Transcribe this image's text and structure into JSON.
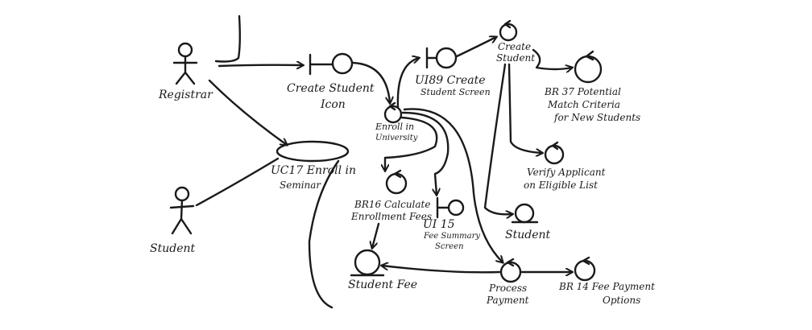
{
  "diagram": {
    "actors": {
      "registrar": "Registrar",
      "student": "Student"
    },
    "use_case": {
      "ucm17_line1": "UC17 Enroll in",
      "ucm17_line2": "Seminar"
    },
    "boundaries": {
      "create_student_icon_line1": "Create Student",
      "create_student_icon_line2": "Icon",
      "ui89_line1": "UI89 Create",
      "ui89_line2": "Student Screen",
      "ui15_line1": "UI 15",
      "ui15_line2": "Fee Summary",
      "ui15_line3": "Screen"
    },
    "controls": {
      "enroll_line1": "Enroll in",
      "enroll_line2": "University",
      "create_student_line1": "Create",
      "create_student_line2": "Student",
      "br37_line1": "BR 37 Potential",
      "br37_line2": "Match Criteria",
      "br37_line3": "for New Students",
      "verify_line1": "Verify Applicant",
      "verify_line2": "on Eligible List",
      "br16_line1": "BR16 Calculate",
      "br16_line2": "Enrollment Fees",
      "process_line1": "Process",
      "process_line2": "Payment",
      "br_fee_line1": "BR 14 Fee Payment",
      "br_fee_line2": "Options"
    },
    "entities": {
      "student": "Student",
      "student_fee": "Student Fee"
    }
  }
}
